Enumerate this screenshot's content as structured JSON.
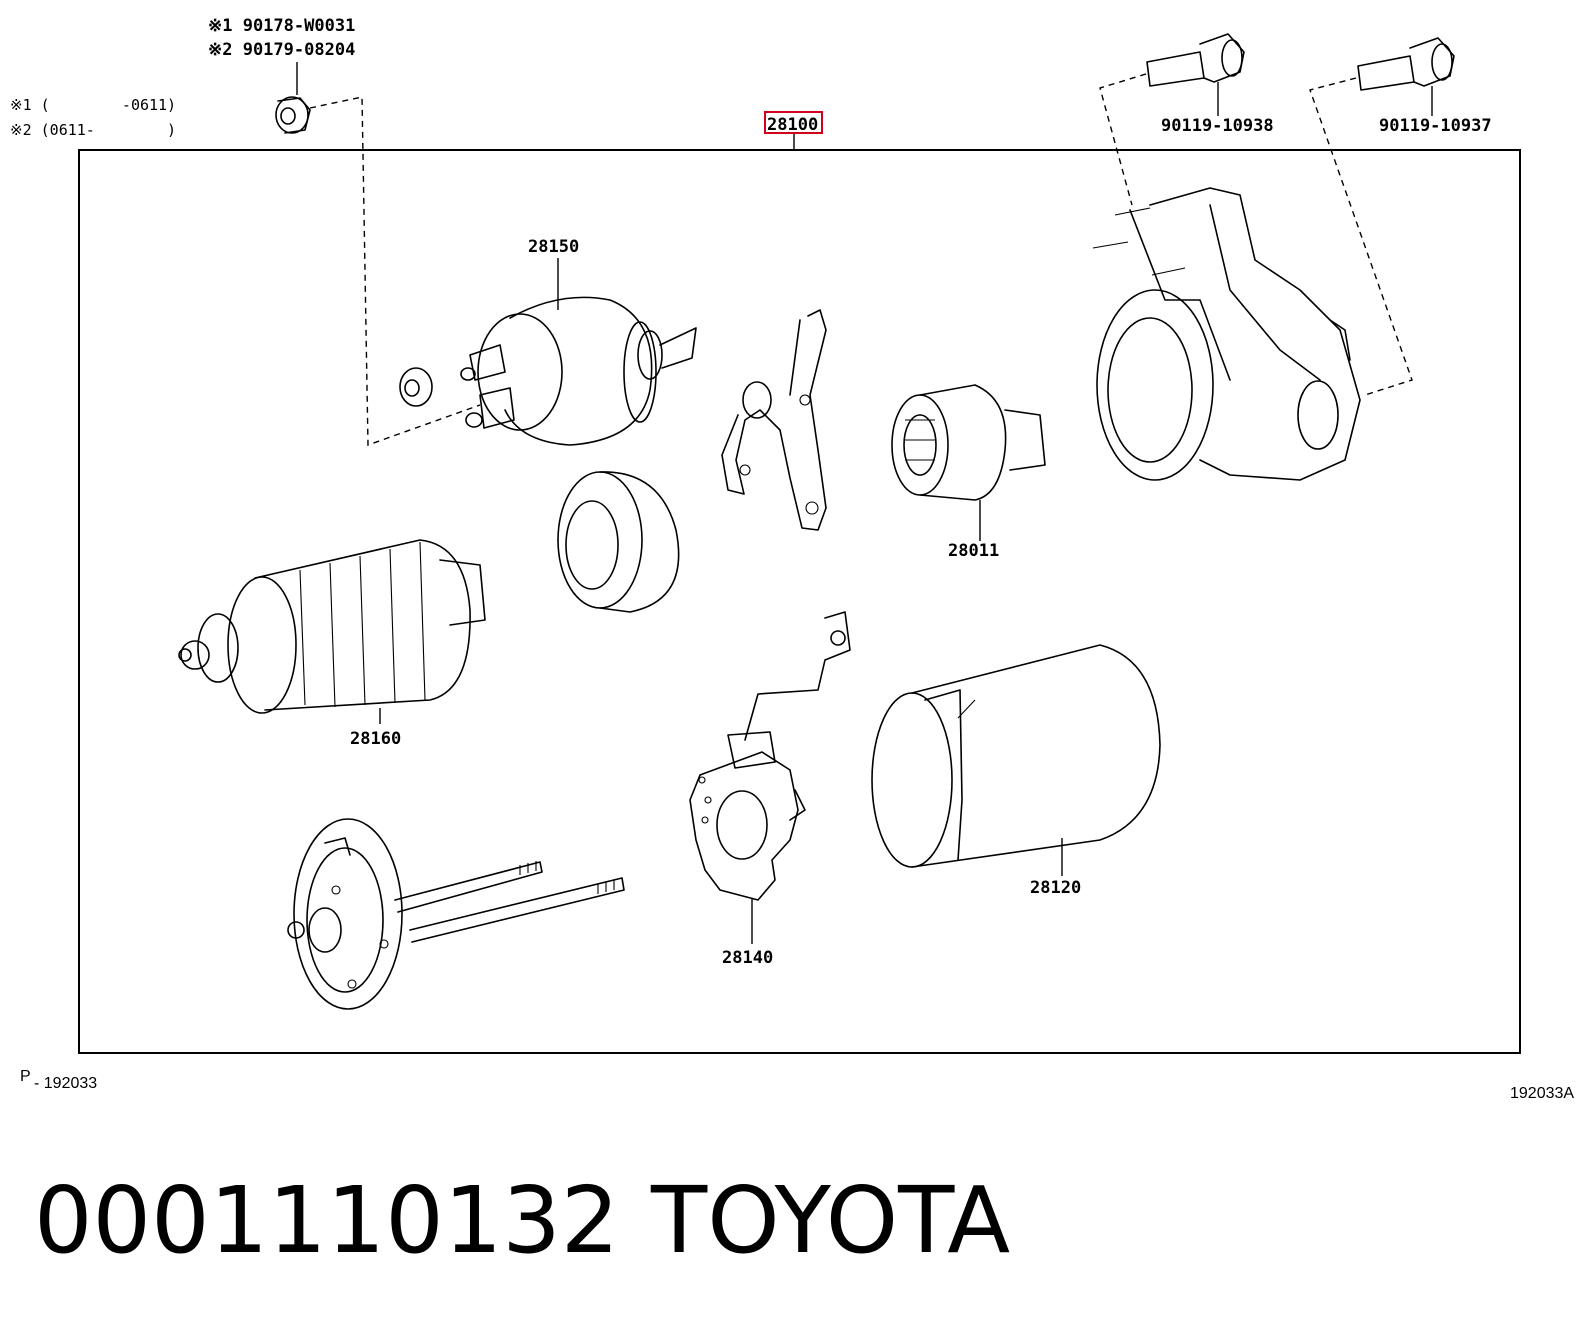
{
  "diagram": {
    "note_lines": [
      "※1 90178-W0031",
      "※2 90179-08204"
    ],
    "note_ranges": [
      "※1 (        -0611)",
      "※2 (0611-        )"
    ],
    "assembly_label": "28100",
    "bolt_labels": [
      "90119-10938",
      "90119-10937"
    ],
    "part_labels": {
      "solenoid": "28150",
      "armature": "28160",
      "clutch": "28011",
      "brush_holder": "28140",
      "yoke": "28120"
    },
    "footer_left_prefix": "P",
    "footer_left": "- 192033",
    "footer_right": "192033A"
  },
  "caption": {
    "part_number": "0001110132",
    "brand": "TOYOTA"
  },
  "colors": {
    "highlight": "#d0021b",
    "line": "#000000"
  }
}
